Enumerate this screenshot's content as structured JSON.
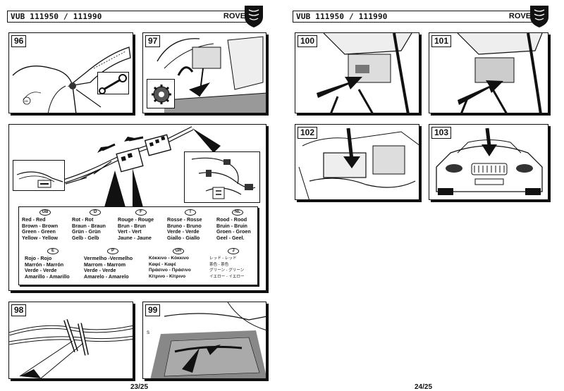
{
  "left_page": {
    "header_title": "VUB 111950 / 111990",
    "header_brand": "ROVER",
    "page_number": "23/25",
    "steps": [
      "96",
      "97",
      "98",
      "99"
    ]
  },
  "right_page": {
    "header_title": "VUB 111950 / 111990",
    "header_brand": "ROVER",
    "page_number": "24/25",
    "steps": [
      "100",
      "101",
      "102",
      "103"
    ]
  },
  "color_legend": [
    {
      "code": "GB",
      "lines": [
        "Red - Red",
        "Brown - Brown",
        "Green - Green",
        "Yellow - Yellow"
      ]
    },
    {
      "code": "D",
      "lines": [
        "Rot - Rot",
        "Braun - Braun",
        "Grün - Grün",
        "Gelb - Gelb"
      ]
    },
    {
      "code": "F",
      "lines": [
        "Rouge - Rouge",
        "Brun - Brun",
        "Vert - Vert",
        "Jaune - Jaune"
      ]
    },
    {
      "code": "I",
      "lines": [
        "Rosse - Rosse",
        "Bruno - Bruno",
        "Verde - Verde",
        "Giallo - Giallo"
      ]
    },
    {
      "code": "NL",
      "lines": [
        "Rood - Rood",
        "Bruin - Bruin",
        "Groen - Groen",
        "Geel - Geel."
      ]
    },
    {
      "code": "E",
      "lines": [
        "Rojo - Rojo",
        "Marrón - Marrón",
        "Verde - Verde",
        "Amarillo - Amarillo"
      ]
    },
    {
      "code": "P",
      "lines": [
        "Vermelho -Vermelho",
        "Marrom - Marrom",
        "Verde - Verde",
        "Amarelo - Amarelo"
      ]
    },
    {
      "code": "GR",
      "lines": [
        "Κόκκινο - Κόκκινο",
        "Καφέ - Καφέ",
        "Πράσινο - Πράσινο",
        "Κίτρινο - Κίτρινο"
      ]
    },
    {
      "code": "J",
      "lines": [
        "レッド - レッド",
        "茶色 - 茶色",
        "グリーン - グリーン",
        "イエロー - イエロー"
      ]
    }
  ],
  "icons": [
    "rover-shield-logo",
    "wrench-icon",
    "gear-icon",
    "arrow-icon"
  ]
}
